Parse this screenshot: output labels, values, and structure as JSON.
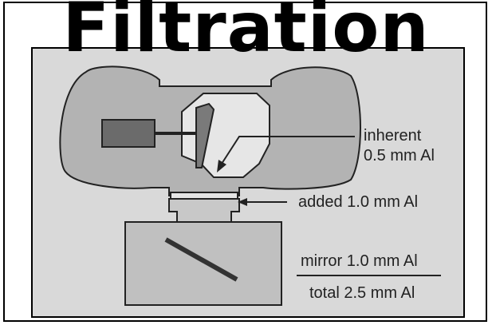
{
  "title": "Filtration",
  "labels": {
    "inherent_line1": "inherent",
    "inherent_line2": "0.5 mm Al",
    "added": "added 1.0 mm Al",
    "mirror": "mirror 1.0 mm Al",
    "total": "total 2.5 mm Al"
  },
  "colors": {
    "panel": "#d9d9d9",
    "housing": "#b3b3b3",
    "window": "#e6e6e6",
    "ink": "#222222"
  }
}
